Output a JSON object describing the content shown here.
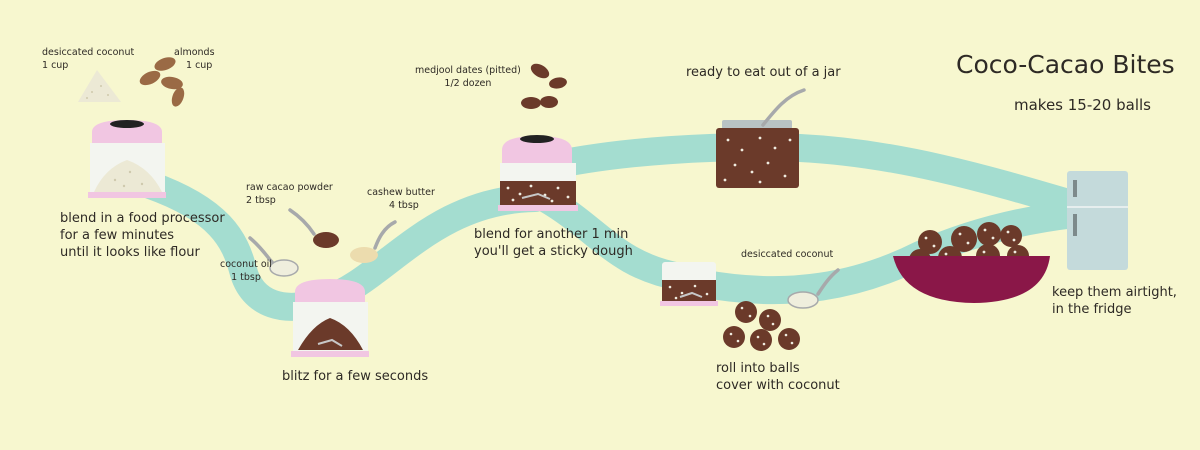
{
  "recipe": {
    "title": "Coco-Cacao Bites",
    "yield": "makes 15-20 balls"
  },
  "ingredients": {
    "desiccated_coconut": {
      "name": "desiccated coconut",
      "qty": "1 cup"
    },
    "almonds": {
      "name": "almonds",
      "qty": "1 cup"
    },
    "coconut_oil": {
      "name": "coconut oil",
      "qty": "1 tbsp"
    },
    "cacao": {
      "name": "raw cacao powder",
      "qty": "2 tbsp"
    },
    "cashew": {
      "name": "cashew butter",
      "qty": "4 tbsp"
    },
    "dates": {
      "name": "medjool dates (pitted)",
      "qty": "1/2 dozen"
    },
    "coating": {
      "name": "desiccated coconut"
    }
  },
  "steps": {
    "step1": [
      "blend in a food processor",
      "for a few minutes",
      "until it looks like flour"
    ],
    "step2": [
      "blitz for a few seconds"
    ],
    "step3": [
      "blend for another 1 min",
      "you'll get a sticky dough"
    ],
    "step4": [
      "roll into balls",
      "cover with coconut"
    ],
    "jar": "ready to eat out of a jar",
    "fridge": [
      "keep them airtight,",
      "in the fridge"
    ]
  },
  "colors": {
    "background": "#f7f7cf",
    "path": "#a4ddd0",
    "processor_lid": "#f1c6e2",
    "chocolate": "#6b3a2a",
    "bowl": "#8a1748",
    "fridge": "#c4dadb"
  }
}
